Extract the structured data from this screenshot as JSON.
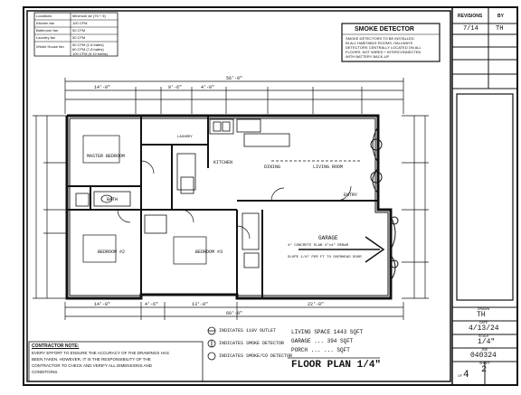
{
  "sheet_title": "FLOOR PLAN 1/4\"",
  "smoke_box": {
    "title": "SMOKE DETECTOR",
    "lines": [
      "SMOKE DETECTORS TO BE INSTALLED",
      "IN ALL HABITABLE ROOMS, HALLWAYS",
      "DETECTORS CENTRALLY LOCATED ON ALL",
      "FLOORS. NOT WIRED + INTERCONNECTED",
      "WITH BATTERY BACK-UP"
    ]
  },
  "vent_table": {
    "header": [
      "Locations",
      "Minimum air (75 + 5)"
    ],
    "rows": [
      [
        "Kitchen fan",
        "100 CFM"
      ],
      [
        "Bathroom fan",
        "50 CFM"
      ],
      [
        "Laundry fan",
        "50 CFM"
      ],
      [
        "Whole House fan",
        "50 CFM (1-6 baths)"
      ]
    ],
    "extra": [
      "80 CFM (7-8 baths)",
      "100 CFM (9-10 baths)"
    ]
  },
  "revisions": {
    "header": "REVISIONS",
    "by": "BY",
    "date": "7/14",
    "initials": "TH"
  },
  "title_block": {
    "drawn_label": "DRAWN",
    "drawn": "TH",
    "date_label": "DATE",
    "date": "4/13/24",
    "scale_label": "SCALE",
    "scale": "1/4\"",
    "job_label": "JOB",
    "job": "040324",
    "sheet_label": "SHEET",
    "sheet": "2",
    "of_label": "OF",
    "of": "4"
  },
  "contractor_note": {
    "title": "CONTRACTOR NOTE:",
    "text": [
      "EVERY EFFORT TO ENSURE THE ACCURACY OF THE DRAWINGS HAS",
      "BEEN TAKEN.  HOWEVER, IT IS THE RESPONSIBILITY OF THE",
      "CONTRACTOR TO CHECK AND VERIFY ALL DIMENSIONS AND",
      "CONDITIONS."
    ]
  },
  "areas": [
    "LIVING SPACE  1443 SQFT",
    "GARAGE  ... 394 SQFT",
    "PORCH  ...  ... SQFT"
  ],
  "legend": [
    "INDICATES 110V OUTLET",
    "INDICATES SMOKE DETECTOR",
    "INDICATES SMOKE/CO DETECTOR"
  ],
  "rooms": {
    "master": "MASTER BEDROOM",
    "kitchen": "KITCHEN",
    "dining": "DINING",
    "living": "LIVING ROOM",
    "bath": "BATH",
    "bed2": "BEDROOM #2",
    "bed3": "BEDROOM #3",
    "garage": "GARAGE",
    "entry": "ENTRY",
    "laundry": "LAUNDRY",
    "garage_note": "4\" CONCRETE SLAB 4\"x4\" REBAR",
    "garage_note2": "SLOPE 1/8\" PER FT TO OVERHEAD DOOR"
  },
  "dims": {
    "overall": "56'-0\"",
    "left1": "14'-0\"",
    "left2": "9'-6\"",
    "left3": "4'-0\"",
    "bottom": "60'-0\"",
    "b1": "14'-0\"",
    "b2": "4'-6\"",
    "b3": "13'-0\"",
    "b4": "22'-0\""
  }
}
